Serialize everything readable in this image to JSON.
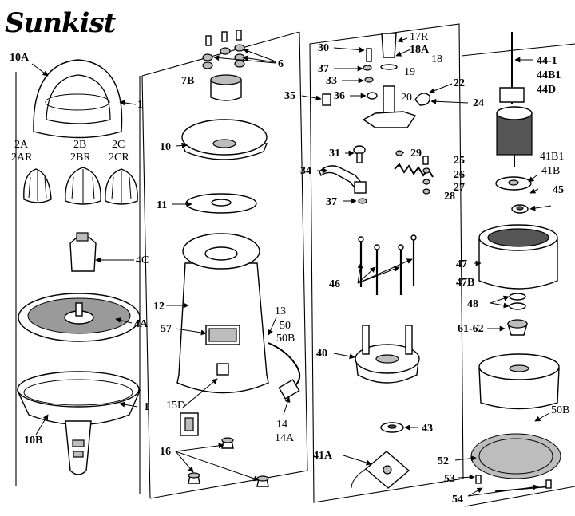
{
  "brand": "Sunkist",
  "labels": {
    "l10A": "10A",
    "l1a": "1",
    "l2A": "2A",
    "l2AR": "2AR",
    "l2B": "2B",
    "l2BR": "2BR",
    "l2C": "2C",
    "l2CR": "2CR",
    "l4C": "4C",
    "l4A": "4A",
    "l1b": "1",
    "l10B": "10B",
    "l7B": "7B",
    "l6": "6",
    "l10": "10",
    "l11": "11",
    "l12": "12",
    "l57": "57",
    "l13": "13",
    "l50": "50",
    "l50B": "50B",
    "l15D": "15D",
    "l14": "14",
    "l14A": "14A",
    "l16": "16",
    "l30": "30",
    "l17R": "17R",
    "l18A": "18A",
    "l18": "18",
    "l37a": "37",
    "l33": "33",
    "l19": "19",
    "l35": "35",
    "l36": "36",
    "l20": "20",
    "l22": "22",
    "l24": "24",
    "l31": "31",
    "l29": "29",
    "l34": "34",
    "l25": "25",
    "l26": "26",
    "l27": "27",
    "l37b": "37",
    "l28": "28",
    "l46": "46",
    "l40": "40",
    "l43": "43",
    "l41A": "41A",
    "l44a": "44-1",
    "l44b": "44B1",
    "l44c": "44D",
    "l41B1": "41B1",
    "l41B": "41B",
    "l45": "45",
    "l47": "47",
    "l47B": "47B",
    "l48": "48",
    "l6162": "61-62",
    "l50B2": "50B",
    "l52": "52",
    "l53": "53",
    "l54": "54"
  }
}
